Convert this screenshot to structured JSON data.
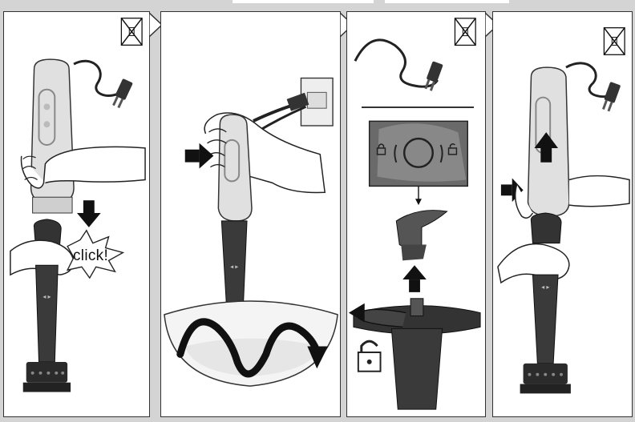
{
  "steps": [
    {
      "id": "attach-shaft",
      "label": "click!"
    },
    {
      "id": "blend"
    },
    {
      "id": "attach-blade"
    },
    {
      "id": "detach-shaft"
    }
  ],
  "icons": {
    "unplugged": "no-plug-icon",
    "arrow": "arrow-icon",
    "unlock": "unlock-icon"
  },
  "colors": {
    "background": "#d4d4d4",
    "panel": "#ffffff",
    "motor": "#e0e0e0",
    "shaft": "#3a3a3a",
    "ink": "#111111"
  }
}
